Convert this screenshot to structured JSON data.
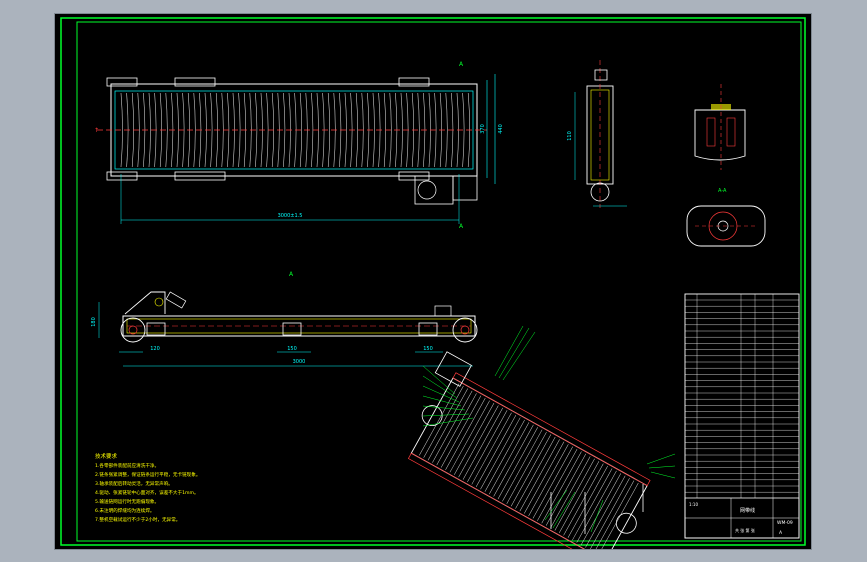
{
  "drawing": {
    "dimensions": {
      "overall_length": "3000±1.5",
      "width_a": "370",
      "width_b": "440",
      "side_height": "110",
      "left_pitch": "120",
      "mid_pitch": "150",
      "right_pitch": "150",
      "side_length": "3000",
      "left_height": "180"
    },
    "view_label": "A-A",
    "tech_req_lines": [
      "技术要求",
      "1.各零部件装配前应清洗干净。",
      "2.链条张紧调整，保证链条运行平稳，无卡链现象。",
      "3.轴承装配后转动灵活，无异常声响。",
      "4.驱动、张紧链轮中心面对齐，误差不大于1mm。",
      "5.输送链网运行时无跑偏现象。",
      "6.未注明的焊缝均为连续焊。",
      "7.整机空载试运行不少于2小时，无异常。"
    ],
    "title_block": {
      "name": "网带线",
      "material": "",
      "scale": "1:10",
      "sheet": "共 张 第 张",
      "code": "WM-09",
      "rev": "A"
    }
  },
  "colors": {
    "frame": "#00ff2a",
    "line": "#ffffff",
    "dim": "#00ffff",
    "accent": "#ff3b3b",
    "yellow": "#ffff00",
    "magenta": "#ff00ff"
  }
}
